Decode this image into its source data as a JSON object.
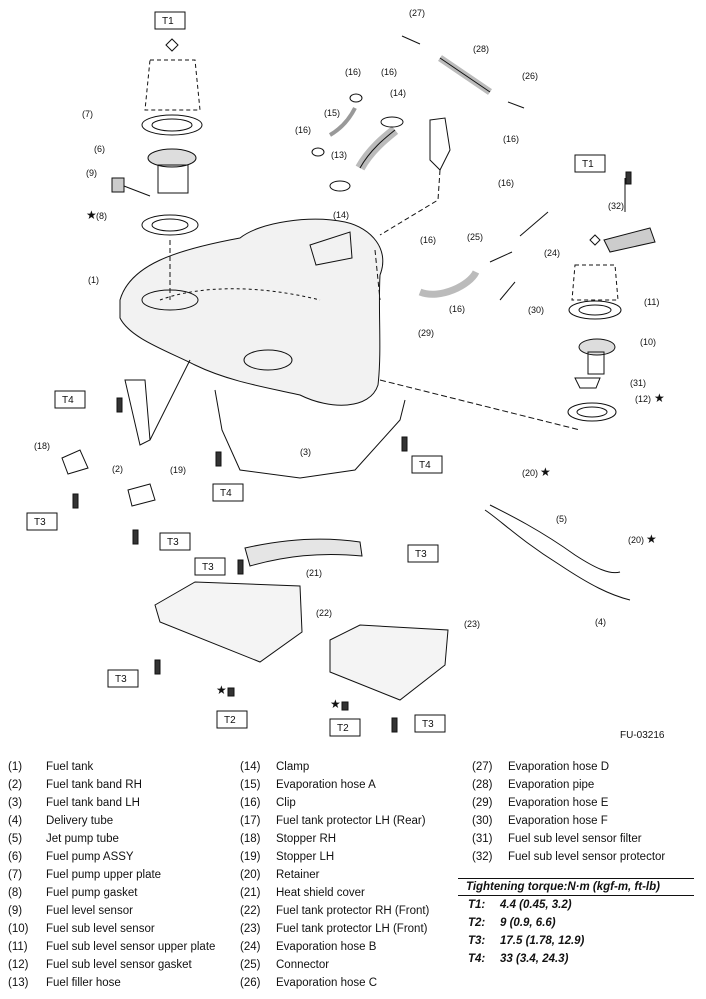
{
  "figure_id": "FU-03216",
  "callouts": {
    "c1": "(1)",
    "c2": "(2)",
    "c3": "(3)",
    "c4": "(4)",
    "c5": "(5)",
    "c6": "(6)",
    "c7": "(7)",
    "c8": "(8)",
    "c9": "(9)",
    "c10": "(10)",
    "c11": "(11)",
    "c12": "(12)",
    "c13": "(13)",
    "c14": "(14)",
    "c15": "(15)",
    "c16": "(16)",
    "c18": "(18)",
    "c19": "(19)",
    "c20": "(20)",
    "c21": "(21)",
    "c22": "(22)",
    "c23": "(23)",
    "c24": "(24)",
    "c25": "(25)",
    "c26": "(26)",
    "c27": "(27)",
    "c28": "(28)",
    "c29": "(29)",
    "c30": "(30)",
    "c31": "(31)",
    "c32": "(32)"
  },
  "torque_boxes": {
    "t1": "T1",
    "t2": "T2",
    "t3": "T3",
    "t4": "T4"
  },
  "legend": [
    {
      "num": "(1)",
      "name": "Fuel tank"
    },
    {
      "num": "(2)",
      "name": "Fuel tank band RH"
    },
    {
      "num": "(3)",
      "name": "Fuel tank band LH"
    },
    {
      "num": "(4)",
      "name": "Delivery tube"
    },
    {
      "num": "(5)",
      "name": "Jet pump tube"
    },
    {
      "num": "(6)",
      "name": "Fuel pump ASSY"
    },
    {
      "num": "(7)",
      "name": "Fuel pump upper plate"
    },
    {
      "num": "(8)",
      "name": "Fuel pump gasket"
    },
    {
      "num": "(9)",
      "name": "Fuel level sensor"
    },
    {
      "num": "(10)",
      "name": "Fuel sub level sensor"
    },
    {
      "num": "(11)",
      "name": "Fuel sub level sensor upper plate"
    },
    {
      "num": "(12)",
      "name": "Fuel sub level sensor gasket"
    },
    {
      "num": "(13)",
      "name": "Fuel filler hose"
    },
    {
      "num": "(14)",
      "name": "Clamp"
    },
    {
      "num": "(15)",
      "name": "Evaporation hose A"
    },
    {
      "num": "(16)",
      "name": "Clip"
    },
    {
      "num": "(17)",
      "name": "Fuel tank protector LH (Rear)"
    },
    {
      "num": "(18)",
      "name": "Stopper RH"
    },
    {
      "num": "(19)",
      "name": "Stopper LH"
    },
    {
      "num": "(20)",
      "name": "Retainer"
    },
    {
      "num": "(21)",
      "name": "Heat shield cover"
    },
    {
      "num": "(22)",
      "name": "Fuel tank protector RH (Front)"
    },
    {
      "num": "(23)",
      "name": "Fuel tank protector LH (Front)"
    },
    {
      "num": "(24)",
      "name": "Evaporation hose B"
    },
    {
      "num": "(25)",
      "name": "Connector"
    },
    {
      "num": "(26)",
      "name": "Evaporation hose C"
    },
    {
      "num": "(27)",
      "name": "Evaporation hose D"
    },
    {
      "num": "(28)",
      "name": "Evaporation pipe"
    },
    {
      "num": "(29)",
      "name": "Evaporation hose E"
    },
    {
      "num": "(30)",
      "name": "Evaporation hose F"
    },
    {
      "num": "(31)",
      "name": "Fuel sub level sensor filter"
    },
    {
      "num": "(32)",
      "name": "Fuel sub level sensor protector"
    }
  ],
  "torque": {
    "title": "Tightening torque:N·m (kgf-m, ft-lb)",
    "rows": [
      {
        "key": "T1:",
        "value": "4.4 (0.45, 3.2)"
      },
      {
        "key": "T2:",
        "value": "9 (0.9, 6.6)"
      },
      {
        "key": "T3:",
        "value": "17.5 (1.78, 12.9)"
      },
      {
        "key": "T4:",
        "value": "33 (3.4, 24.3)"
      }
    ]
  },
  "symbols": {
    "star": "★"
  }
}
